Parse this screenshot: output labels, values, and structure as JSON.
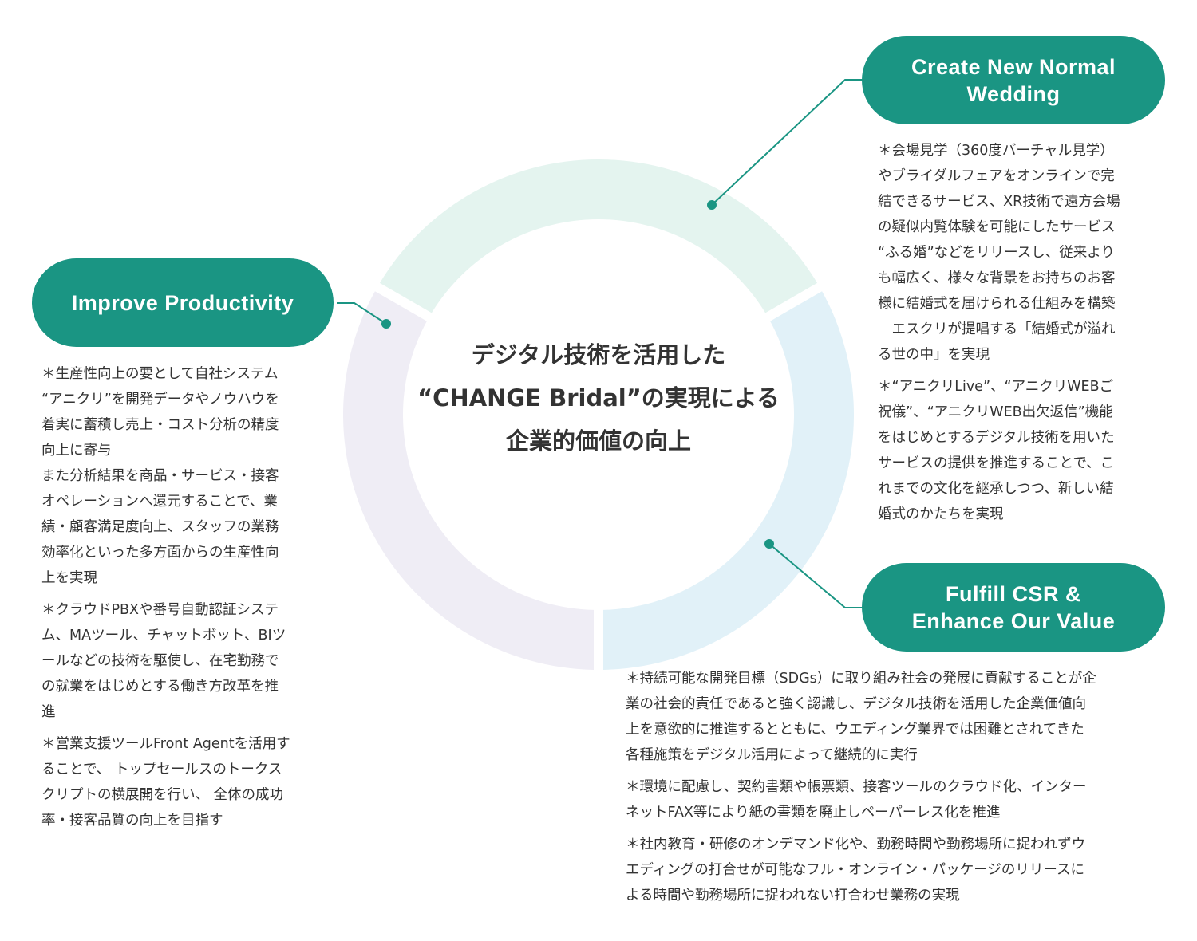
{
  "colors": {
    "accent": "#1a9583",
    "ring_top": "#e4f4ef",
    "ring_right": "#e1f1f8",
    "ring_left": "#efedf5",
    "text": "#333333"
  },
  "center_title": {
    "lines": [
      "デジタル技術を活用した",
      "“CHANGE Bridal”の実現による",
      "企業的価値の向上"
    ]
  },
  "pills": {
    "improve": {
      "lines": [
        "Improve Productivity"
      ]
    },
    "create": {
      "lines": [
        "Create New Normal",
        "Wedding"
      ]
    },
    "fulfill": {
      "lines": [
        "Fulfill CSR &",
        "Enhance Our Value"
      ]
    }
  },
  "improve_text": {
    "paragraphs": [
      [
        "＊生産性向上の要として自社システム",
        "“アニクリ”を開発データやノウハウを",
        "着実に蓄積し売上・コスト分析の精度",
        "向上に寄与",
        "また分析結果を商品・サービス・接客",
        "オペレーションへ還元することで、業",
        "績・顧客満足度向上、スタッフの業務",
        "効率化といった多方面からの生産性向",
        "上を実現"
      ],
      [
        "＊クラウドPBXや番号自動認証システ",
        "ム、MAツール、チャットボット、BIツ",
        "ールなどの技術を駆使し、在宅勤務で",
        "の就業をはじめとする働き方改革を推",
        "進"
      ],
      [
        "＊営業支援ツールFront Agentを活用す",
        "ることで、 トップセールスのトークス",
        "クリプトの横展開を行い、 全体の成功",
        "率・接客品質の向上を目指す"
      ]
    ]
  },
  "create_text": {
    "paragraphs": [
      [
        "＊会場見学（360度バーチャル見学）",
        "やブライダルフェアをオンラインで完",
        "結できるサービス、XR技術で遠方会場",
        "の疑似内覧体験を可能にしたサービス",
        "“ふる婚”などをリリースし、従来より",
        "も幅広く、様々な背景をお持ちのお客",
        "様に結婚式を届けられる仕組みを構築",
        "　エスクリが提唱する「結婚式が溢れ",
        "る世の中」を実現"
      ],
      [
        "＊“アニクリLive”、“アニクリWEBご",
        "祝儀”、“アニクリWEB出欠返信”機能",
        "をはじめとするデジタル技術を用いた",
        "サービスの提供を推進することで、こ",
        "れまでの文化を継承しつつ、新しい結",
        "婚式のかたちを実現"
      ]
    ]
  },
  "fulfill_text": {
    "paragraphs": [
      [
        "＊持続可能な開発目標（SDGs）に取り組み社会の発展に貢献することが企",
        "業の社会的責任であると強く認識し、デジタル技術を活用した企業価値向",
        "上を意欲的に推進するとともに、ウエディング業界では困難とされてきた",
        "各種施策をデジタル活用によって継続的に実行"
      ],
      [
        "＊環境に配慮し、契約書類や帳票類、接客ツールのクラウド化、インター",
        "ネットFAX等により紙の書類を廃止しペーパーレス化を推進"
      ],
      [
        "＊社内教育・研修のオンデマンド化や、勤務時間や勤務場所に捉われずウ",
        "エディングの打合せが可能なフル・オンライン・パッケージのリリースに",
        "よる時間や勤務場所に捉われない打合わせ業務の実現"
      ]
    ]
  }
}
